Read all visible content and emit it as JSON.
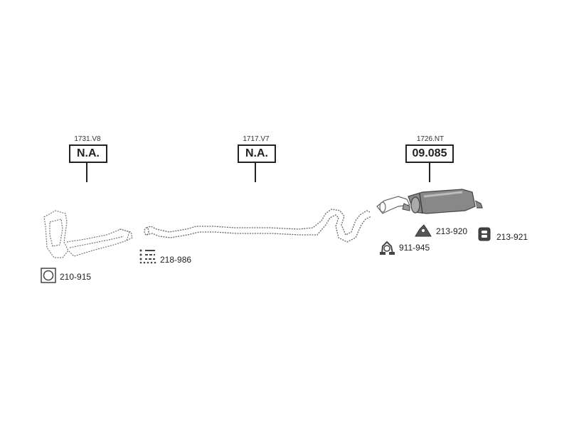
{
  "sections": [
    {
      "ref": "1731.V8",
      "code": "N.A."
    },
    {
      "ref": "1717.V7",
      "code": "N.A."
    },
    {
      "ref": "1726.NT",
      "code": "09.085"
    }
  ],
  "parts": {
    "gasket": "210-915",
    "hardware_kit": "218-986",
    "clamp": "911-945",
    "rubber_mount": "213-920",
    "hanger": "213-921"
  }
}
